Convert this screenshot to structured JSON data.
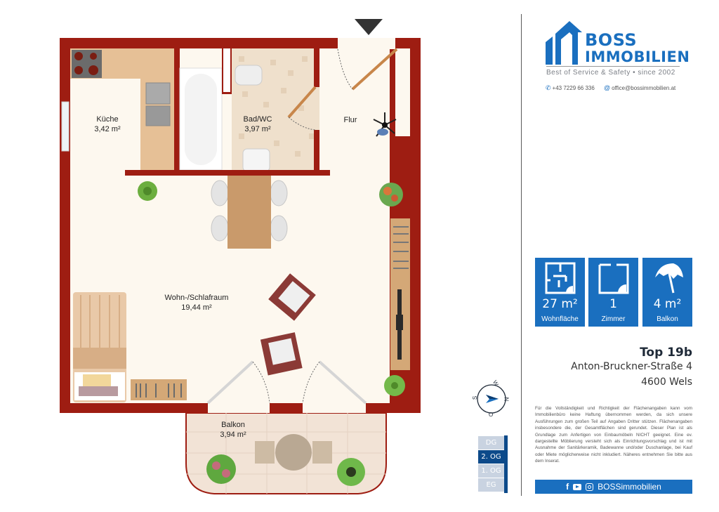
{
  "plan": {
    "entrance_marker": "entrance-arrow",
    "rooms": [
      {
        "name": "Küche",
        "area": "3,42 m²"
      },
      {
        "name": "Bad/WC",
        "area": "3,97 m²"
      },
      {
        "name": "Flur",
        "area": ""
      },
      {
        "name": "Wohn-/Schlafraum",
        "area": "19,44 m²"
      },
      {
        "name": "Balkon",
        "area": "3,94 m²"
      }
    ],
    "colors": {
      "wall": "#9e1d12",
      "floor": "#fdf8ef",
      "balcony": "#f2e3d6",
      "wood": "#c99a6b"
    }
  },
  "brand": {
    "line1": "BOSS",
    "line2": "IMMOBILIEN",
    "tagline": "Best of Service & Safety • since 2002",
    "phone": "+43 7229 66 336",
    "email": "office@bossimmobilien.at",
    "color": "#1a6fbf"
  },
  "stats": [
    {
      "icon": "floorplan-icon",
      "value": "27 m²",
      "label": "Wohnfläche"
    },
    {
      "icon": "room-icon",
      "value": "1",
      "label": "Zimmer"
    },
    {
      "icon": "umbrella-icon",
      "value": "4 m²",
      "label": "Balkon"
    }
  ],
  "listing": {
    "title": "Top 19b",
    "street": "Anton-Bruckner-Straße 4",
    "city": "4600 Wels"
  },
  "compass": {
    "n": "N",
    "o": "O",
    "s": "S",
    "w": "W"
  },
  "floors": [
    {
      "label": "DG",
      "active": false
    },
    {
      "label": "2. OG",
      "active": true
    },
    {
      "label": "1. OG",
      "active": false
    },
    {
      "label": "EG",
      "active": false
    }
  ],
  "disclaimer": "Für die Vollständigkeit und Richtigkeit der Flächenangaben kann vom Immobilienbüro keine Haftung übernommen werden, da sich unsere Ausführungen zum großen Teil auf Angaben Dritter stützen. Flächenangaben insbesondere die, der Gesamtflächen sind gerundet. Dieser Plan ist als Grundlage zum Anfertigen von Einbaumöbeln NICHT geeignet. Eine ev. dargestellte Möblierung versteht sich als Einrichtungsvorschlag und ist mit Ausnahme der Sanitärkeramik, Badewanne und/oder Duschanlage, bei Kauf oder Miete möglicherweise nicht inkludiert. Näheres entnehmen Sie bitte aus dem Inserat.",
  "social": {
    "handle": "BOSSimmobilien",
    "icons": [
      "facebook-icon",
      "youtube-icon",
      "instagram-icon"
    ]
  }
}
